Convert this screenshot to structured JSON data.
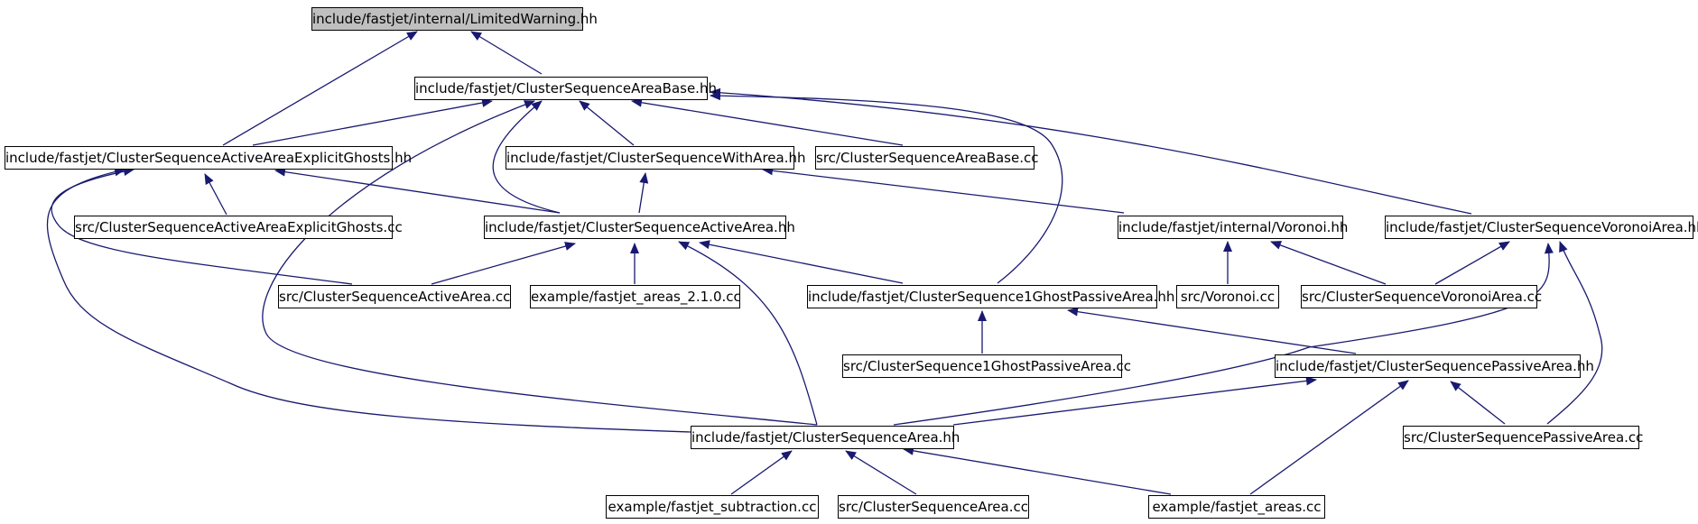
{
  "colors": {
    "edge": "#191970",
    "root_fill": "#bfbfbf",
    "node_fill": "#ffffff",
    "border": "#000000"
  },
  "nodes": [
    {
      "id": "limitedwarning",
      "label": "include/fastjet/internal/LimitedWarning.hh",
      "root": true
    },
    {
      "id": "csab",
      "label": "include/fastjet/ClusterSequenceAreaBase.hh"
    },
    {
      "id": "csaaeg",
      "label": "include/fastjet/ClusterSequenceActiveAreaExplicitGhosts.hh"
    },
    {
      "id": "cswa",
      "label": "include/fastjet/ClusterSequenceWithArea.hh"
    },
    {
      "id": "csab_cc",
      "label": "src/ClusterSequenceAreaBase.cc"
    },
    {
      "id": "csaaeg_cc",
      "label": "src/ClusterSequenceActiveAreaExplicitGhosts.cc"
    },
    {
      "id": "csaa",
      "label": "include/fastjet/ClusterSequenceActiveArea.hh"
    },
    {
      "id": "voronoi",
      "label": "include/fastjet/internal/Voronoi.hh"
    },
    {
      "id": "csva",
      "label": "include/fastjet/ClusterSequenceVoronoiArea.hh"
    },
    {
      "id": "csaa_cc",
      "label": "src/ClusterSequenceActiveArea.cc"
    },
    {
      "id": "fja210",
      "label": "example/fastjet_areas_2.1.0.cc"
    },
    {
      "id": "cs1gpa",
      "label": "include/fastjet/ClusterSequence1GhostPassiveArea.hh"
    },
    {
      "id": "voronoi_cc",
      "label": "src/Voronoi.cc"
    },
    {
      "id": "csva_cc",
      "label": "src/ClusterSequenceVoronoiArea.cc"
    },
    {
      "id": "cs1gpa_cc",
      "label": "src/ClusterSequence1GhostPassiveArea.cc"
    },
    {
      "id": "cspa",
      "label": "include/fastjet/ClusterSequencePassiveArea.hh"
    },
    {
      "id": "csa",
      "label": "include/fastjet/ClusterSequenceArea.hh"
    },
    {
      "id": "cspa_cc",
      "label": "src/ClusterSequencePassiveArea.cc"
    },
    {
      "id": "fjsub",
      "label": "example/fastjet_subtraction.cc"
    },
    {
      "id": "csa_cc",
      "label": "src/ClusterSequenceArea.cc"
    },
    {
      "id": "fja",
      "label": "example/fastjet_areas.cc"
    }
  ]
}
